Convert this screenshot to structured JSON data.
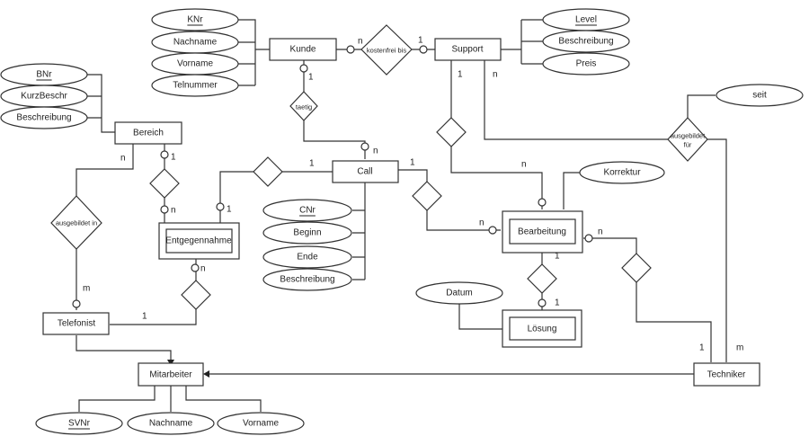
{
  "diagram": {
    "type": "er-diagram",
    "entities": {
      "kunde": "Kunde",
      "support": "Support",
      "bereich": "Bereich",
      "call": "Call",
      "entgegennahme": "Entgegennahme",
      "bearbeitung": "Bearbeitung",
      "loesung": "Lösung",
      "telefonist": "Telefonist",
      "mitarbeiter": "Mitarbeiter",
      "techniker": "Techniker"
    },
    "attributes": {
      "kunde": [
        "KNr",
        "Nachname",
        "Vorname",
        "Telnummer"
      ],
      "support": [
        "Level",
        "Beschreibung",
        "Preis"
      ],
      "bereich": [
        "BNr",
        "KurzBeschr",
        "Beschreibung"
      ],
      "call": [
        "CNr",
        "Beginn",
        "Ende",
        "Beschreibung"
      ],
      "mitarbeiter": [
        "SVNr",
        "Nachname",
        "Vorname"
      ],
      "bearbeitung": "Korrektur",
      "loesung": "Datum",
      "ausgebildet_fuer": "seit"
    },
    "relationships": {
      "kostenfrei_bis": "kostenfrei bis",
      "taetig": "taetig",
      "ausgebildet_in": "ausgebildet in",
      "ausgebildet_fuer_1": "ausgebildet",
      "ausgebildet_fuer_2": "für"
    },
    "cardinalities": {
      "kunde_kostenfrei": "n",
      "support_kostenfrei": "1",
      "kunde_taetig": "1",
      "call_taetig": "n",
      "support_bearbeitung": "1",
      "support_ausgebildet": "n",
      "bereich_ausgebildet_in": "n",
      "bereich_entgegennahme": "1",
      "entgegennahme_bereich": "n",
      "call_entgegennahme": "1",
      "entgegennahme_call": "1",
      "call_bearbeitung": "1",
      "bearbeitung_call": "n",
      "bearbeitung_support": "n",
      "bearbeitung_techniker": "n",
      "bearbeitung_loesung": "1",
      "loesung_bearbeitung": "1",
      "entgegennahme_telefonist": "n",
      "telefonist_entgegennahme": "1",
      "telefonist_ausgebildet_in": "m",
      "techniker_bearbeitung": "1",
      "techniker_ausgebildet": "m"
    }
  }
}
